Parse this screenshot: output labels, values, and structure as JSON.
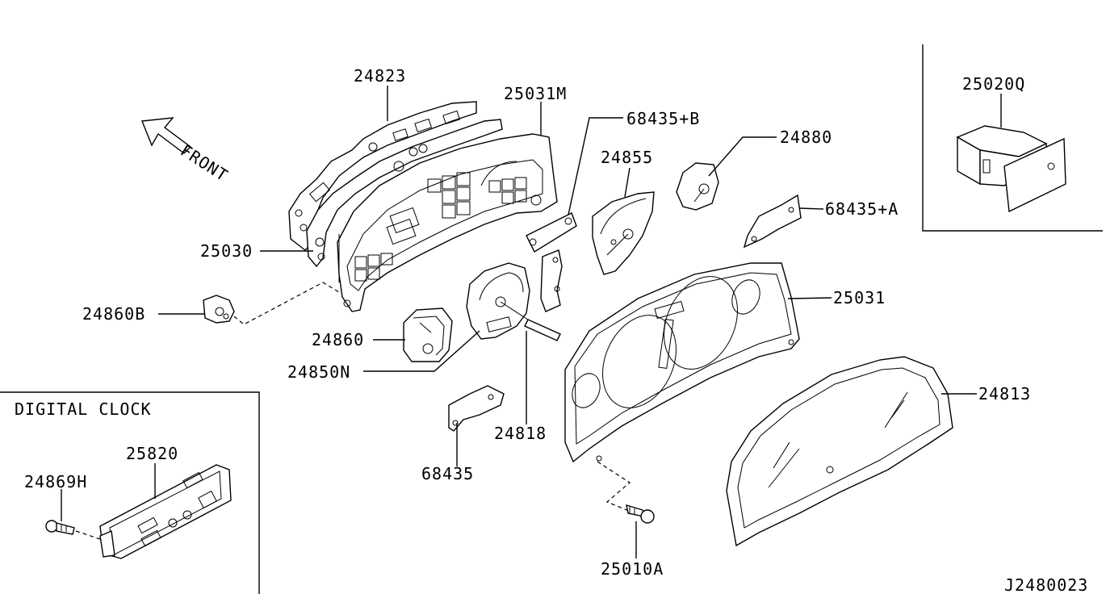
{
  "diagram_code": "J2480023",
  "direction_label": "FRONT",
  "inset_digital_clock": {
    "title": "DIGITAL CLOCK"
  },
  "part_labels": {
    "p24823": "24823",
    "p25031M": "25031M",
    "p68435B": "68435+B",
    "p24880": "24880",
    "p24855": "24855",
    "p68435A": "68435+A",
    "p25030": "25030",
    "p24860B": "24860B",
    "p24860": "24860",
    "p24850N": "24850N",
    "p25031": "25031",
    "p24813": "24813",
    "p24818": "24818",
    "p68435": "68435",
    "p25010A": "25010A",
    "p25020Q": "25020Q",
    "p25820": "25820",
    "p24869H": "24869H"
  }
}
